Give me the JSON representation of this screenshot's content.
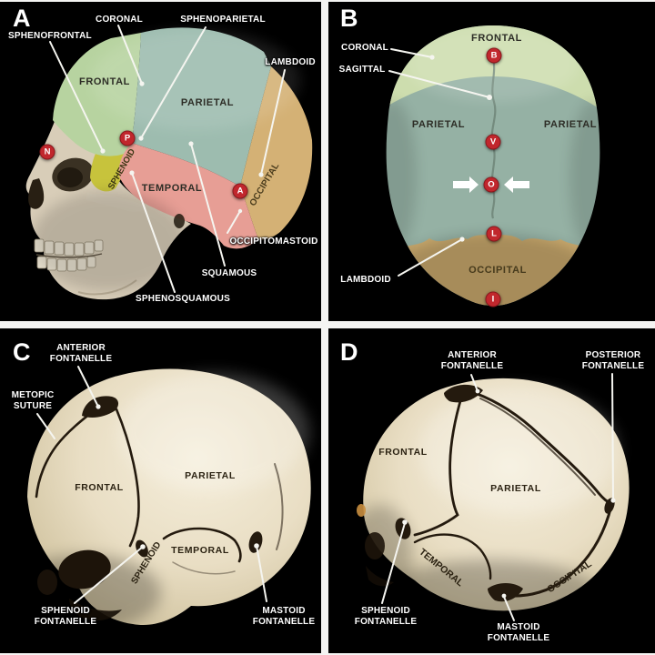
{
  "figure": {
    "description": "Four-panel anatomic figure of skull sutures and fontanelles",
    "panel_letters": [
      "A",
      "B",
      "C",
      "D"
    ]
  },
  "colors": {
    "background": "#000000",
    "divider": "#f4f4f2",
    "frontal_green": "#b7d3a0",
    "frontal_green_posterior": "#cdddae",
    "parietal_teal": "#9dbcaf",
    "parietal_teal_posterior": "#95b1a4",
    "temporal_pink": "#e79e95",
    "temporal_pink_posterior": "#d98b84",
    "sphenoid_yellow": "#c7c33c",
    "occipital_tan": "#d4b175",
    "occipital_tan_posterior": "#c9a96d",
    "marker_red": "#c1272d",
    "adult_bone": "#d8cdb8",
    "infant_bone": "#e9dec4",
    "suture_dark": "#241a0e",
    "label_white": "#ffffff",
    "region_text": "#2d2d26"
  },
  "panelA": {
    "letter": "A",
    "sutures": {
      "sphenofrontal": "SPHENOFRONTAL",
      "coronal": "CORONAL",
      "sphenoparietal": "SPHENOPARIETAL",
      "lambdoid": "LAMBDOID",
      "occipitomastoid": "OCCIPITOMASTOID",
      "squamous": "SQUAMOUS",
      "sphenosquamous": "SPHENOSQUAMOUS"
    },
    "bones": {
      "frontal": "FRONTAL",
      "parietal": "PARIETAL",
      "temporal": "TEMPORAL",
      "sphenoid": "SPHENOID",
      "occipital": "OCCIPITAL"
    },
    "markers": {
      "nasion": "N",
      "pterion": "P",
      "asterion": "A"
    }
  },
  "panelB": {
    "letter": "B",
    "sutures": {
      "coronal": "CORONAL",
      "sagittal": "SAGITTAL",
      "lambdoid": "LAMBDOID"
    },
    "bones": {
      "frontal": "FRONTAL",
      "parietal_left": "PARIETAL",
      "parietal_right": "PARIETAL",
      "occipital": "OCCIPITAL"
    },
    "markers": {
      "bregma": "B",
      "vertex": "V",
      "obelion": "O",
      "lambda": "L",
      "inion": "I"
    }
  },
  "panelC": {
    "letter": "C",
    "labels": {
      "anterior_fontanelle": {
        "l1": "ANTERIOR",
        "l2": "FONTANELLE"
      },
      "metopic_suture": {
        "l1": "METOPIC",
        "l2": "SUTURE"
      },
      "sphenoid_fontanelle": {
        "l1": "SPHENOID",
        "l2": "FONTANELLE"
      },
      "mastoid_fontanelle": {
        "l1": "MASTOID",
        "l2": "FONTANELLE"
      }
    },
    "bones": {
      "frontal": "FRONTAL",
      "parietal": "PARIETAL",
      "temporal": "TEMPORAL",
      "sphenoid": "SPHENOID"
    }
  },
  "panelD": {
    "letter": "D",
    "labels": {
      "anterior_fontanelle": {
        "l1": "ANTERIOR",
        "l2": "FONTANELLE"
      },
      "posterior_fontanelle": {
        "l1": "POSTERIOR",
        "l2": "FONTANELLE"
      },
      "sphenoid_fontanelle": {
        "l1": "SPHENOID",
        "l2": "FONTANELLE"
      },
      "mastoid_fontanelle": {
        "l1": "MASTOID",
        "l2": "FONTANELLE"
      }
    },
    "bones": {
      "frontal": "FRONTAL",
      "parietal": "PARIETAL",
      "temporal": "TEMPORAL",
      "occipital": "OCCIPITAL"
    }
  }
}
